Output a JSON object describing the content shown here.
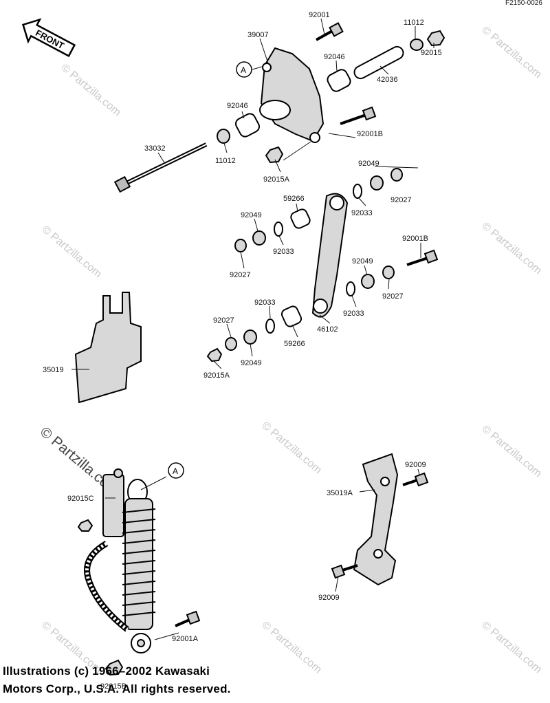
{
  "figure_code": "F2150-0026",
  "front_label": "FRONT",
  "callout_letter": "A",
  "watermark_text": "© Partzilla.com",
  "copyright_line1": "Illustrations (c) 1966–2002 Kawasaki",
  "copyright_line2": "Motors Corp., U.S.A.  All rights reserved.",
  "parts": [
    {
      "id": "p1",
      "number": "92001"
    },
    {
      "id": "p2",
      "number": "11012"
    },
    {
      "id": "p3",
      "number": "39007"
    },
    {
      "id": "p4",
      "number": "92015"
    },
    {
      "id": "p5",
      "number": "92046"
    },
    {
      "id": "p6",
      "number": "42036"
    },
    {
      "id": "p7",
      "number": "92046"
    },
    {
      "id": "p8",
      "number": "92001B"
    },
    {
      "id": "p9",
      "number": "33032"
    },
    {
      "id": "p10",
      "number": "11012"
    },
    {
      "id": "p11",
      "number": "92015A"
    },
    {
      "id": "p12",
      "number": "92049"
    },
    {
      "id": "p13",
      "number": "92027"
    },
    {
      "id": "p14",
      "number": "59266"
    },
    {
      "id": "p15",
      "number": "92033"
    },
    {
      "id": "p16",
      "number": "92049"
    },
    {
      "id": "p17",
      "number": "92033"
    },
    {
      "id": "p18",
      "number": "92027"
    },
    {
      "id": "p19",
      "number": "92001B"
    },
    {
      "id": "p20",
      "number": "92049"
    },
    {
      "id": "p21",
      "number": "92027"
    },
    {
      "id": "p22",
      "number": "92033"
    },
    {
      "id": "p23",
      "number": "92033"
    },
    {
      "id": "p24",
      "number": "92027"
    },
    {
      "id": "p25",
      "number": "46102"
    },
    {
      "id": "p26",
      "number": "59266"
    },
    {
      "id": "p27",
      "number": "92049"
    },
    {
      "id": "p28",
      "number": "92015A"
    },
    {
      "id": "p29",
      "number": "35019"
    },
    {
      "id": "p30",
      "number": "92009"
    },
    {
      "id": "p31",
      "number": "35019A"
    },
    {
      "id": "p32",
      "number": "92015C"
    },
    {
      "id": "p33",
      "number": "92009"
    },
    {
      "id": "p34",
      "number": "92001A"
    },
    {
      "id": "p35",
      "number": "92015B"
    }
  ]
}
